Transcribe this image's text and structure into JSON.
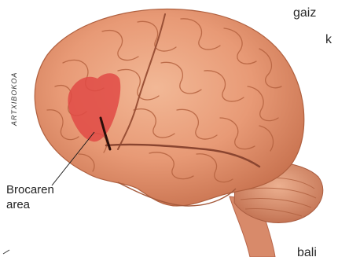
{
  "image": {
    "side_credit": "ARTXIBOKOA",
    "callout": {
      "line1": "Brocaren",
      "line2": "area"
    },
    "page_text_fragments": [
      "gaiz",
      "k",
      "bali"
    ]
  },
  "colors": {
    "brain_base": "#e9a07e",
    "brain_shadow": "#c9704f",
    "broca_area": "#e04a45",
    "background": "#ffffff"
  }
}
